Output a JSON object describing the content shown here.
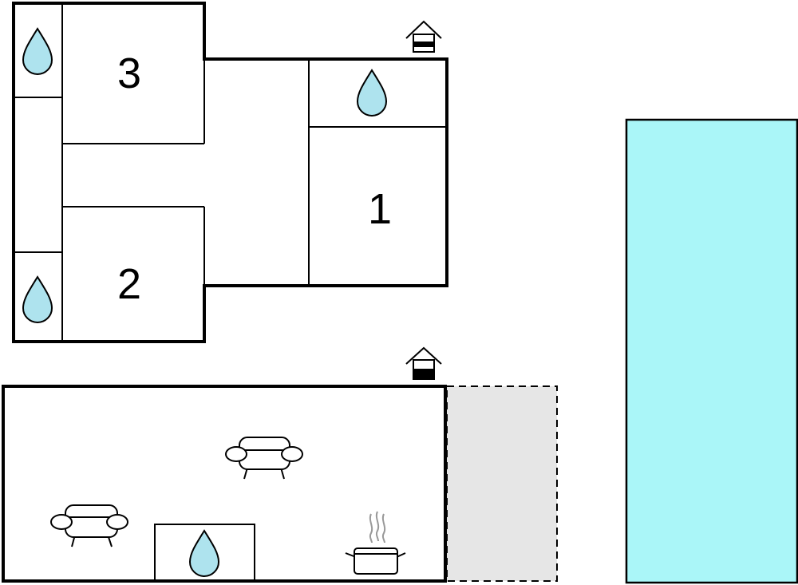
{
  "rooms": [
    {
      "label": "1"
    },
    {
      "label": "2"
    },
    {
      "label": "3"
    }
  ],
  "colors": {
    "pool": "#aaf6f8",
    "water_drop": "#aee3ee",
    "terrace": "#e6e6e6",
    "wall": "#000000"
  },
  "icons": {
    "bathroom": "water-drop-icon",
    "entrance": "house-entrance-icon",
    "living": "sofa-icon",
    "kitchen": "cooking-pot-icon"
  }
}
